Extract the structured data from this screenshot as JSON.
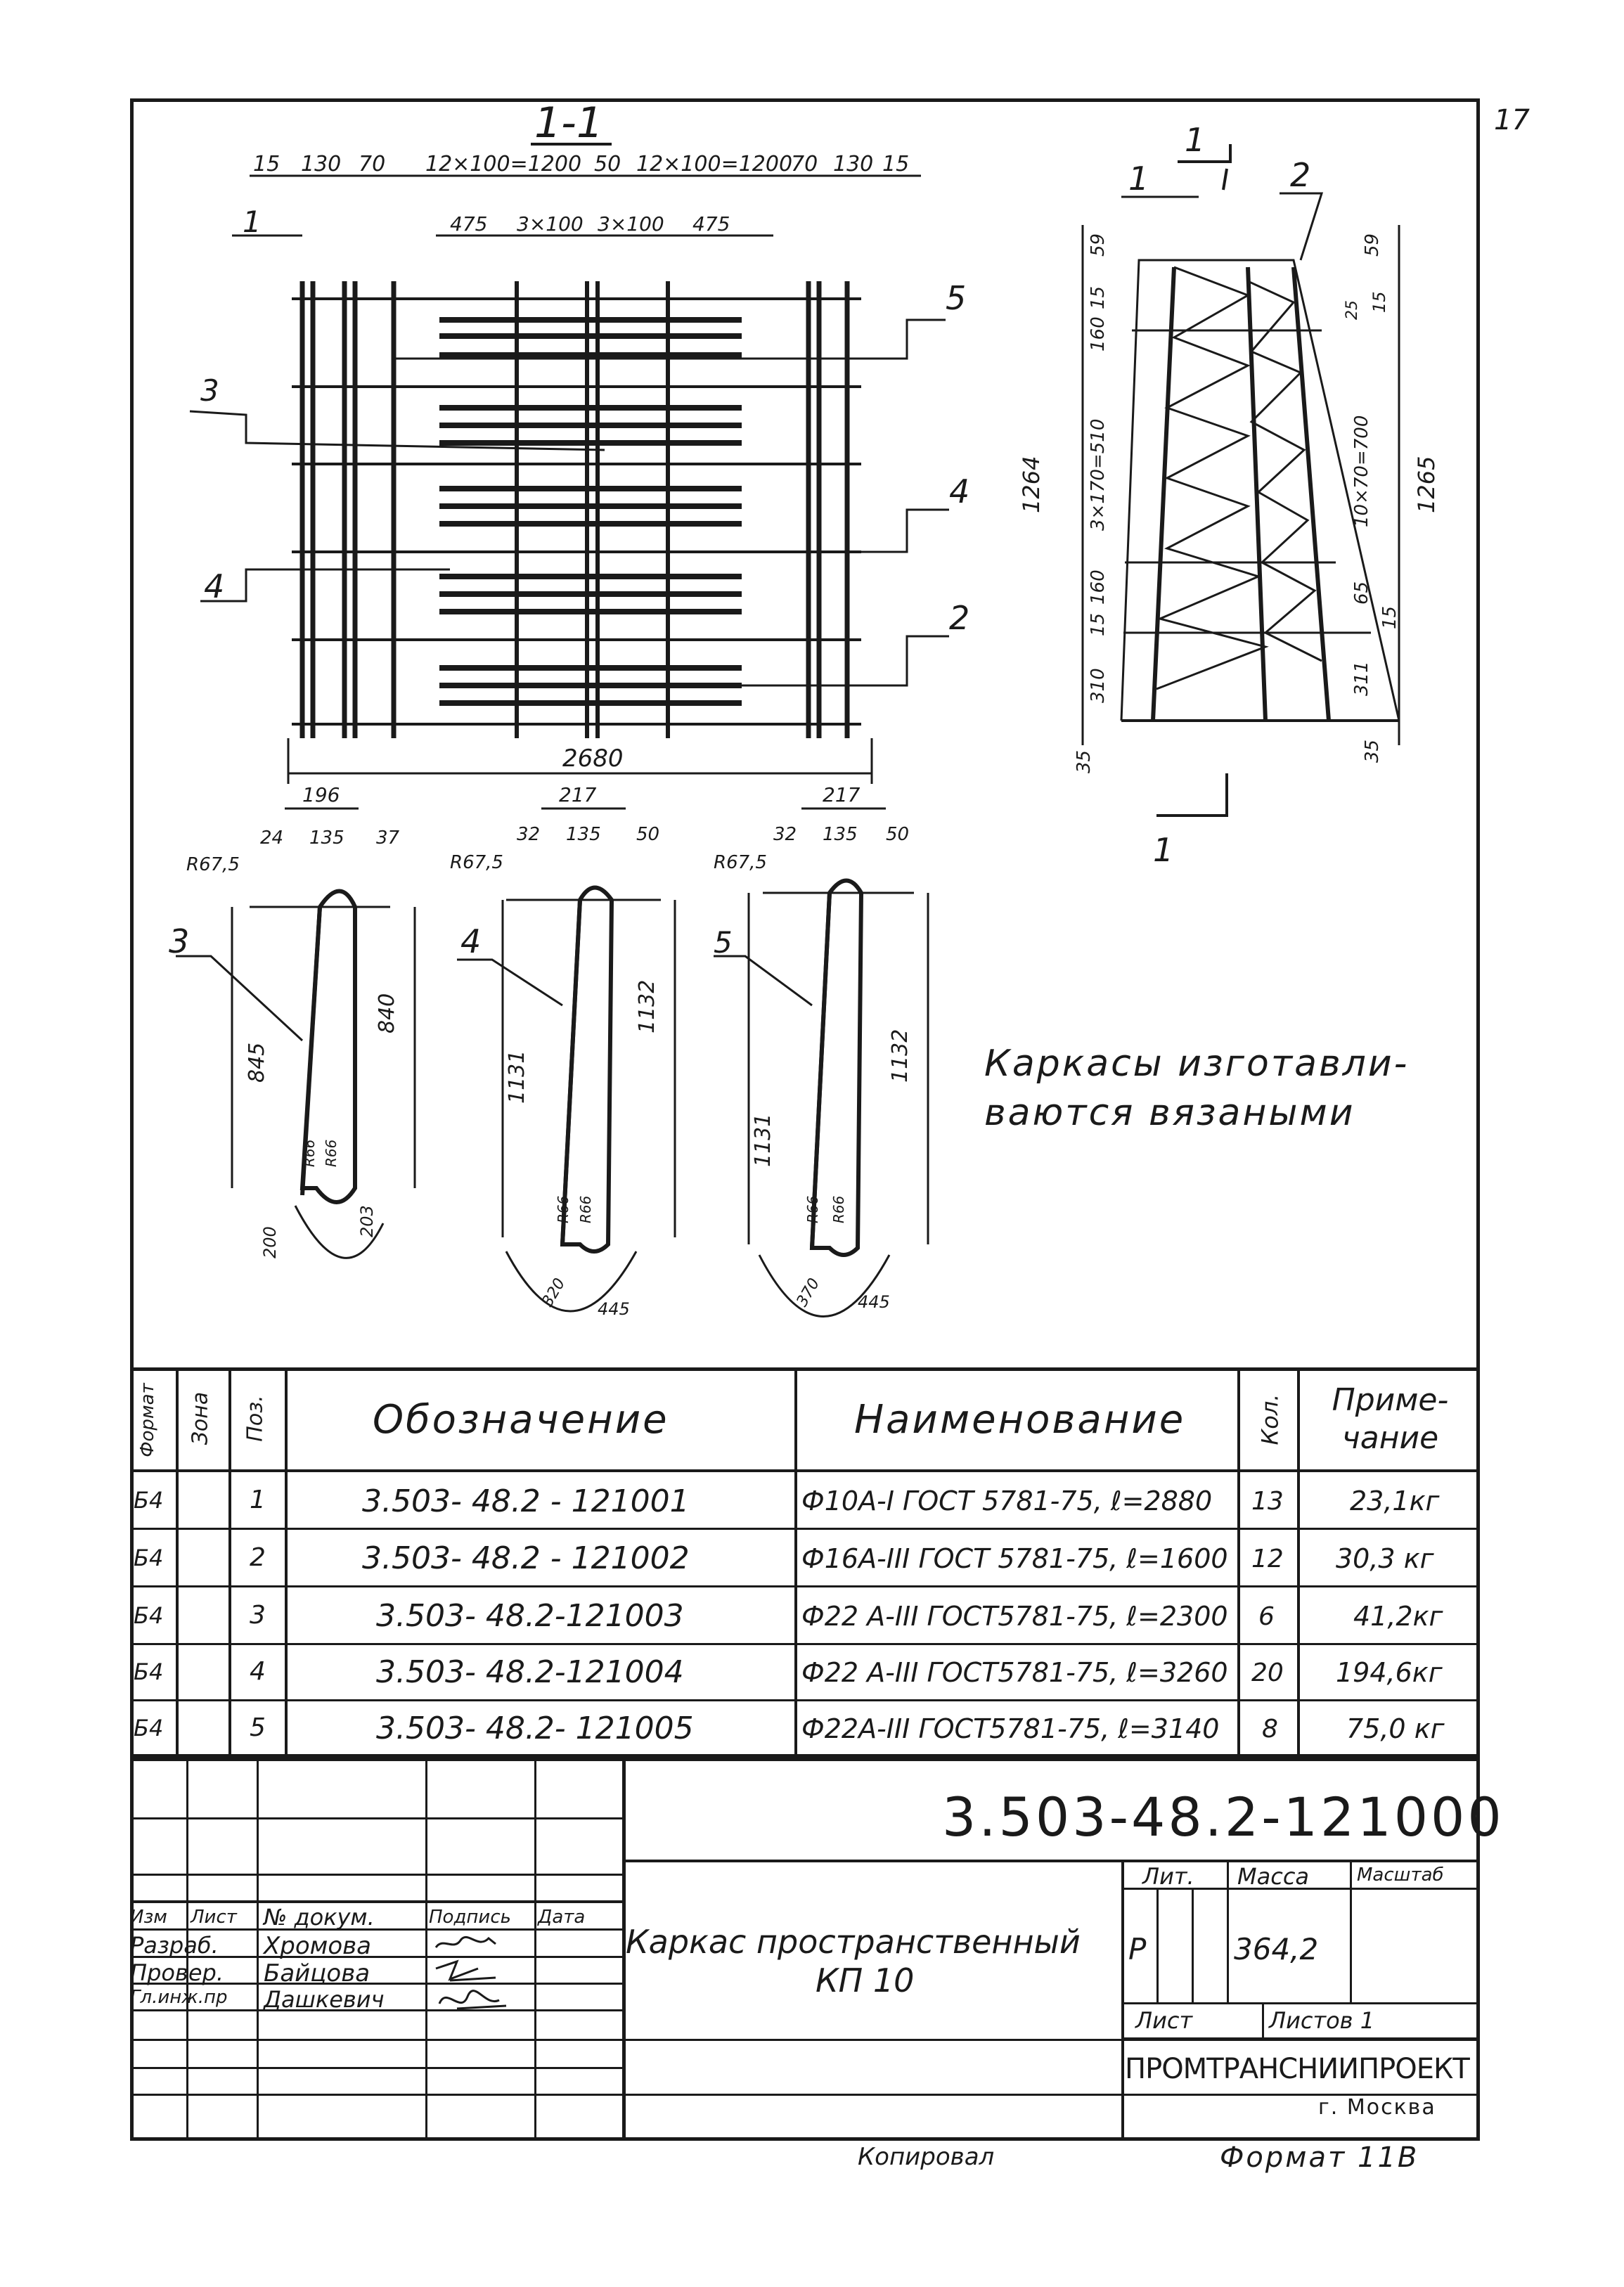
{
  "page_number": "17",
  "section": {
    "label": "1-1",
    "dims_top": [
      "15",
      "130",
      "70",
      "12×100=1200",
      "50",
      "12×100=1200",
      "70",
      "130",
      "15"
    ],
    "dims_second": [
      "475",
      "3×100",
      "3×100",
      "475"
    ],
    "width_dim": "2680",
    "callouts": [
      "1",
      "3",
      "4",
      "5",
      "4",
      "2"
    ]
  },
  "side_view": {
    "cut_label_top": "1",
    "callouts": [
      "1",
      "2"
    ],
    "left_dims": [
      "59",
      "160",
      "15",
      "3×170=510",
      "160",
      "15",
      "310",
      "35"
    ],
    "total_left": "1264",
    "right_dims": [
      "59",
      "25",
      "15",
      "10×70=700",
      "65",
      "15",
      "311",
      "35"
    ],
    "total_right": "1265",
    "cut_label_bottom": "1"
  },
  "bars": [
    {
      "pos": "3",
      "width": "196",
      "parts": [
        "24",
        "135",
        "37"
      ],
      "radius": "R67,5",
      "h_left": "845",
      "h_right": "840",
      "inner_r": [
        "R66",
        "R66"
      ],
      "bottom": [
        "200",
        "203"
      ]
    },
    {
      "pos": "4",
      "width": "217",
      "parts": [
        "32",
        "135",
        "50"
      ],
      "radius": "R67,5",
      "h_left": "1131",
      "h_right": "1132",
      "inner_r": [
        "R66",
        "R66"
      ],
      "bottom": [
        "320",
        "445"
      ]
    },
    {
      "pos": "5",
      "width": "217",
      "parts": [
        "32",
        "135",
        "50"
      ],
      "radius": "R67,5",
      "h_left": "1131",
      "h_right": "1132",
      "inner_r": [
        "R66",
        "R66"
      ],
      "bottom": [
        "370",
        "445"
      ]
    }
  ],
  "note": [
    "Каркасы изготавли-",
    "ваются вязаными"
  ],
  "table": {
    "headers": {
      "format": "Формат",
      "zone": "Зона",
      "pos": "Поз.",
      "designation": "Обозначение",
      "name": "Наименование",
      "qty": "Кол.",
      "note": "Приме-чание"
    },
    "rows": [
      {
        "format": "Б4",
        "pos": "1",
        "designation": "3.503- 48.2 - 121001",
        "name": "Ф10А-I ГОСТ 5781-75, ℓ=2880",
        "qty": "13",
        "note": "23,1кг"
      },
      {
        "format": "Б4",
        "pos": "2",
        "designation": "3.503- 48.2 - 121002",
        "name": "Ф16А-III ГОСТ 5781-75, ℓ=1600",
        "qty": "12",
        "note": "30,3 кг"
      },
      {
        "format": "Б4",
        "pos": "3",
        "designation": "3.503- 48.2-121003",
        "name": "Ф22 А-III ГОСТ5781-75, ℓ=2300",
        "qty": "6",
        "note": "41,2кг"
      },
      {
        "format": "Б4",
        "pos": "4",
        "designation": "3.503- 48.2-121004",
        "name": "Ф22 А-III ГОСТ5781-75, ℓ=3260",
        "qty": "20",
        "note": "194,6кг"
      },
      {
        "format": "Б4",
        "pos": "5",
        "designation": "3.503- 48.2- 121005",
        "name": "Ф22А-III ГОСТ5781-75, ℓ=3140",
        "qty": "8",
        "note": "75,0 кг"
      }
    ]
  },
  "title_block": {
    "doc_number": "3.503-48.2-121000",
    "title_line1": "Каркас пространственный",
    "title_line2": "КП 10",
    "headers": {
      "izm": "Изм",
      "list": "Лист",
      "ndoc": "№ докум.",
      "sign": "Подпись",
      "date": "Дата"
    },
    "roles": [
      {
        "role": "Разраб.",
        "name": "Хромова"
      },
      {
        "role": "Провер.",
        "name": "Байцова"
      },
      {
        "role": "Гл.инж.пр",
        "name": "Дашкевич"
      }
    ],
    "lit_label": "Лит.",
    "mass_label": "Масса",
    "scale_label": "Масштаб",
    "lit_value": "Р",
    "mass_value": "364,2",
    "sheet_label": "Лист",
    "sheets_label": "Листов 1",
    "org": "ПРОМТРАНСНИИПРОЕКТ",
    "city": "г. Москва",
    "copied": "Копировал",
    "format": "Формат 11В"
  }
}
